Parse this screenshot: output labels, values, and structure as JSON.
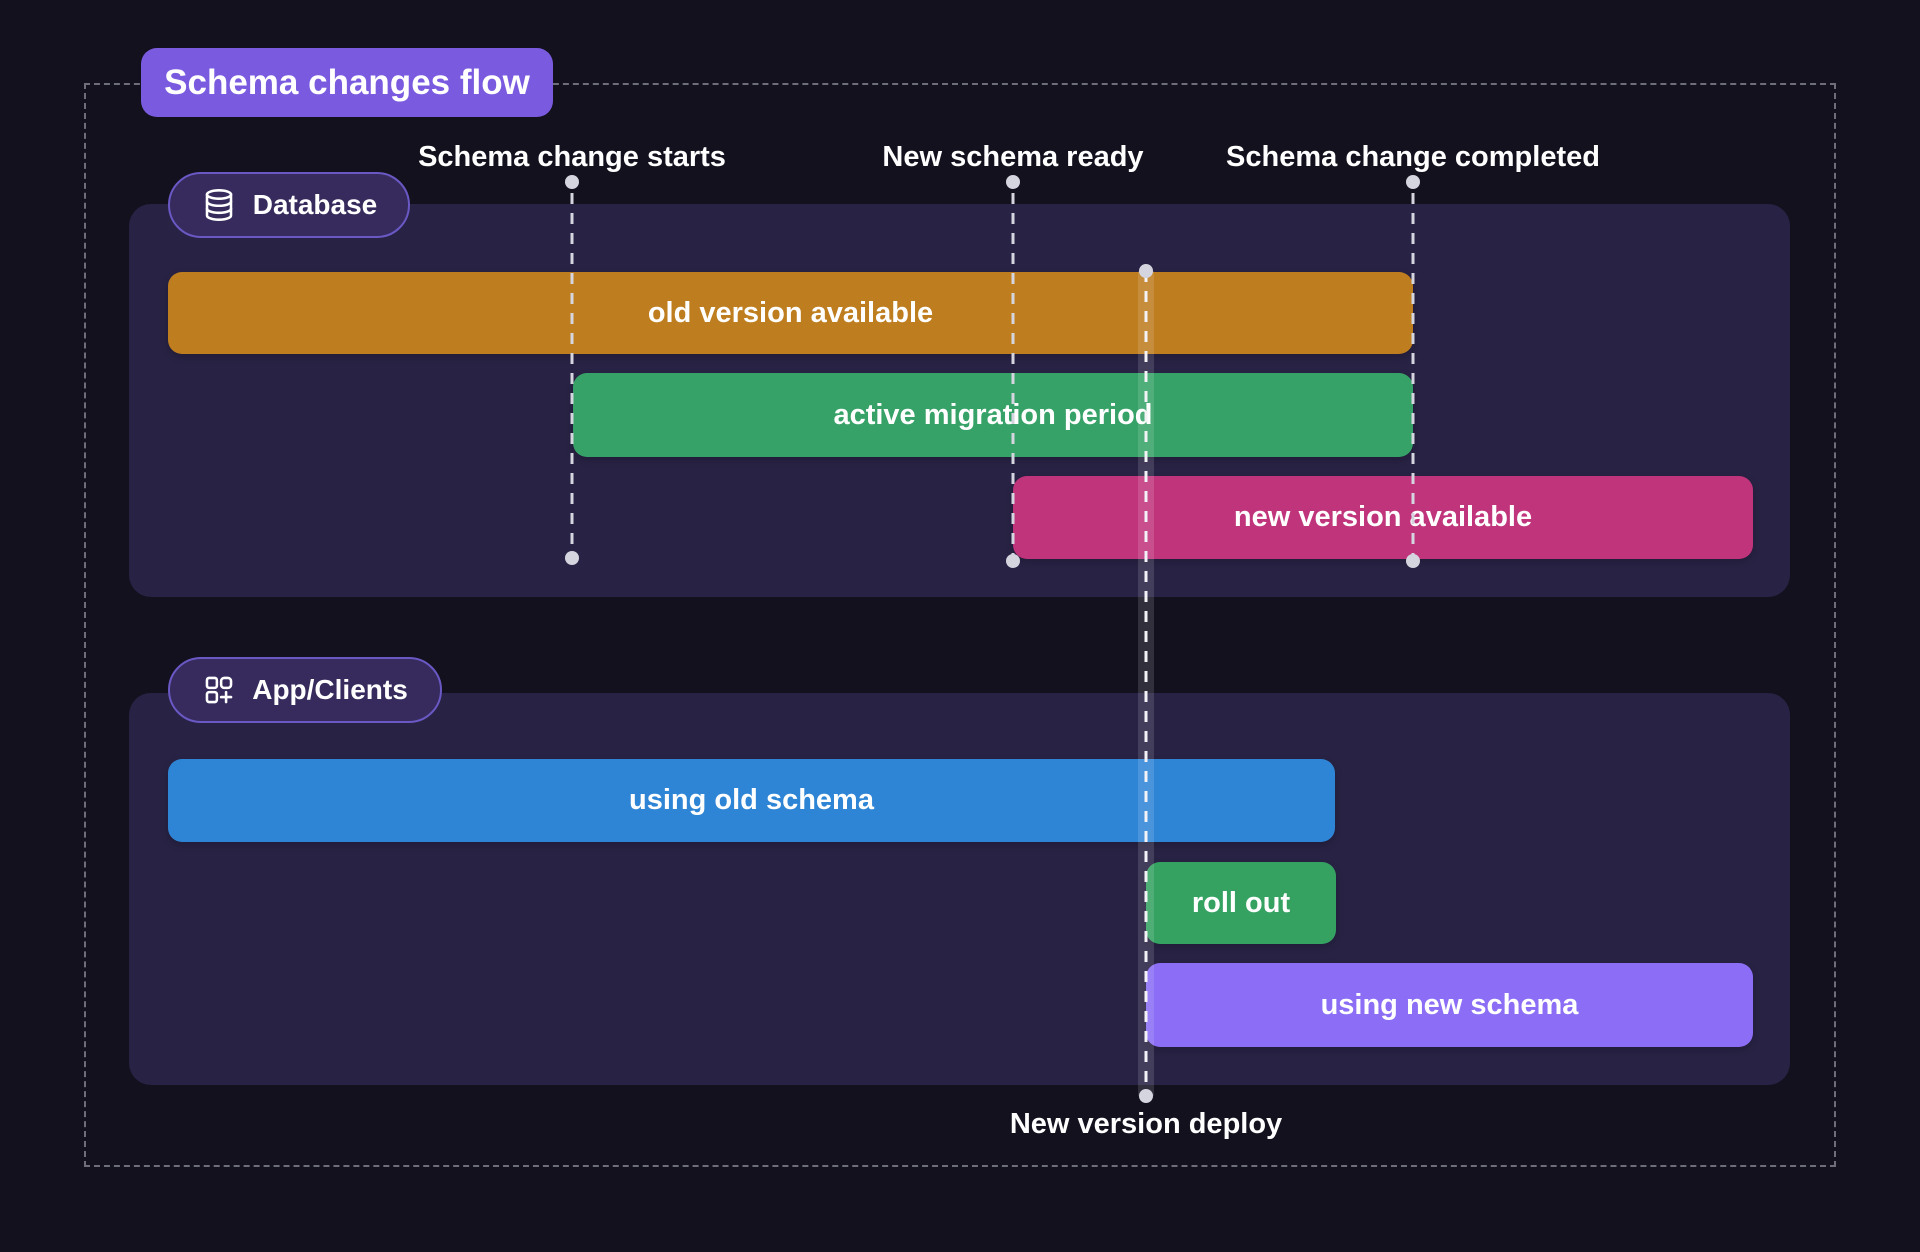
{
  "title": "Schema changes flow",
  "milestones": [
    {
      "id": "schema-change-starts",
      "label": "Schema change starts"
    },
    {
      "id": "new-schema-ready",
      "label": "New schema ready"
    },
    {
      "id": "schema-change-completed",
      "label": "Schema change completed"
    }
  ],
  "deploy_marker": {
    "label": "New version deploy"
  },
  "sections": [
    {
      "label": "Database",
      "icon": "database-icon",
      "bars": [
        {
          "label": "old version available"
        },
        {
          "label": "active migration period"
        },
        {
          "label": "new version available"
        }
      ]
    },
    {
      "label": "App/Clients",
      "icon": "apps-plus-icon",
      "bars": [
        {
          "label": "using old schema"
        },
        {
          "label": "roll out"
        },
        {
          "label": "using new schema"
        }
      ]
    }
  ],
  "colors": {
    "background": "#13111E",
    "frame_border": "#6E6E7A",
    "title_badge": "#7A5BE0",
    "section_panel": "#282244",
    "section_badge_fill": "#362B5C",
    "section_badge_border": "#6A58C4",
    "milestone_line": "#D5D5DF",
    "deploy_band": "rgba(255,255,255,0.13)",
    "bar_old_version": "#BE7E1F",
    "bar_active_migration": "#37A268",
    "bar_new_version": "#C0347C",
    "bar_using_old": "#2F85D5",
    "bar_roll_out": "#35A262",
    "bar_using_new": "#8B6EF5"
  }
}
